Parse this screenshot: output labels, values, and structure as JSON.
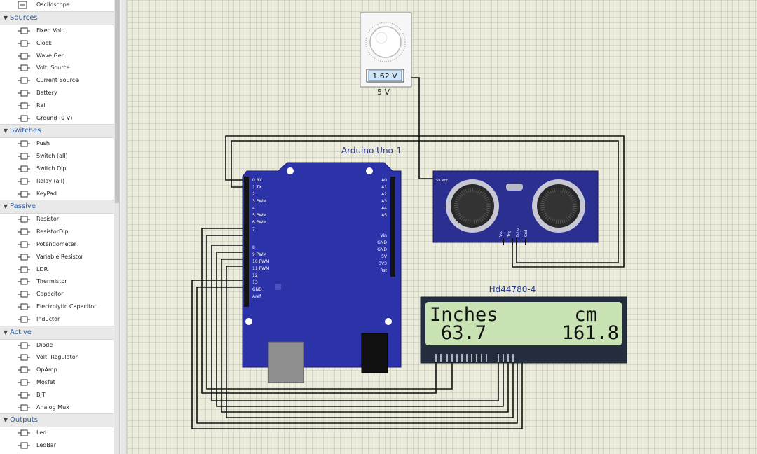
{
  "sidebar": {
    "top_item": "Osciloscope",
    "categories": [
      {
        "label": "Sources",
        "items": [
          "Fixed Volt.",
          "Clock",
          "Wave Gen.",
          "Volt. Source",
          "Current Source",
          "Battery",
          "Rail",
          "Ground (0 V)"
        ]
      },
      {
        "label": "Switches",
        "items": [
          "Push",
          "Switch (all)",
          "Switch Dip",
          "Relay (all)",
          "KeyPad"
        ]
      },
      {
        "label": "Passive",
        "items": [
          "Resistor",
          "ResistorDip",
          "Potentiometer",
          "Variable Resistor",
          "LDR",
          "Thermistor",
          "Capacitor",
          "Electrolytic Capacitor",
          "Inductor"
        ]
      },
      {
        "label": "Active",
        "items": [
          "Diode",
          "Volt. Regulator",
          "OpAmp",
          "Mosfet",
          "BJT",
          "Analog Mux"
        ]
      },
      {
        "label": "Outputs",
        "items": [
          "Led",
          "LedBar"
        ]
      }
    ]
  },
  "potentiometer": {
    "value_display": "1.62 V",
    "label": "5 V"
  },
  "arduino": {
    "title": "Arduino Uno-1",
    "left_pins": [
      "0 RX",
      "1 TX",
      "2",
      "3 PWM",
      "4",
      "5 PWM",
      "6 PWM",
      "7",
      "8",
      "9 PWM",
      "10 PWM",
      "11 PWM",
      "12",
      "13",
      "GND",
      "Aref"
    ],
    "right_pins": [
      "A0",
      "A1",
      "A2",
      "A3",
      "A4",
      "A5",
      "Vin",
      "GND",
      "GND",
      "5V",
      "3V3",
      "Rst"
    ]
  },
  "sensor": {
    "pin_label": "5V Vcc",
    "pins": [
      "Vcc",
      "Trig",
      "Echo",
      "Gnd"
    ]
  },
  "lcd": {
    "title": "Hd44780-4",
    "line1_left": "Inches",
    "line1_right": "cm",
    "line2_left": "63.7",
    "line2_right": "161.8"
  },
  "colors": {
    "board": "#2c33a8",
    "lcd_bg": "#c9e3b4",
    "sensor": "#2b2f8f",
    "wire": "#111111"
  }
}
